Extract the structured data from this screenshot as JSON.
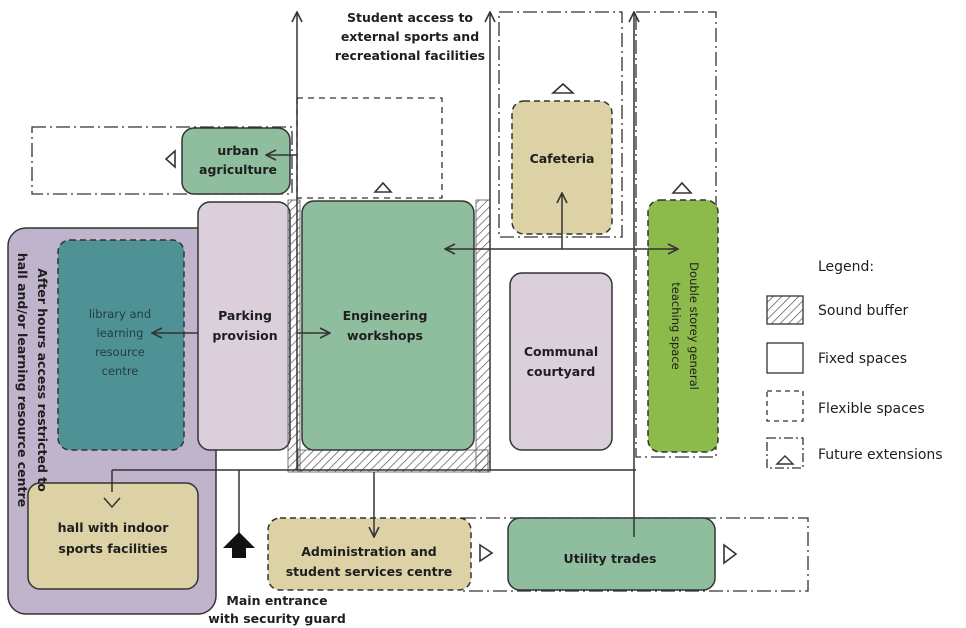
{
  "colors": {
    "green": "#8fbe9f",
    "teal": "#4f9296",
    "tan": "#ddd1a6",
    "pink": "#dccfdc",
    "purple": "#c0b4cc",
    "bright_green": "#8cbb4b",
    "border": "#333333"
  },
  "labels": {
    "student_access": [
      "Student access to",
      "external sports and",
      "recreational facilities"
    ],
    "urban_agriculture": [
      "urban",
      "agriculture"
    ],
    "cafeteria": "Cafeteria",
    "parking": [
      "Parking",
      "provision"
    ],
    "engineering": [
      "Engineering",
      "workshops"
    ],
    "library": [
      "library and",
      "learning",
      "resource",
      "centre"
    ],
    "communal": [
      "Communal",
      "courtyard"
    ],
    "double_storey": [
      "Double storey general",
      "teaching space"
    ],
    "after_hours": [
      "After hours access restricted to",
      "hall and/or learning resource centre"
    ],
    "hall": [
      "hall with indoor",
      "sports facilities"
    ],
    "admin": [
      "Administration and",
      "student services centre"
    ],
    "utility": "Utility trades",
    "main_entrance": [
      "Main entrance",
      "with security guard"
    ]
  },
  "legend": {
    "title": "Legend:",
    "items": [
      {
        "label": "Sound buffer",
        "icon": "hatched-square-icon"
      },
      {
        "label": "Fixed spaces",
        "icon": "solid-square-icon"
      },
      {
        "label": "Flexible spaces",
        "icon": "dashed-square-icon"
      },
      {
        "label": "Future extensions",
        "icon": "dashdot-square-triangle-icon"
      }
    ]
  }
}
